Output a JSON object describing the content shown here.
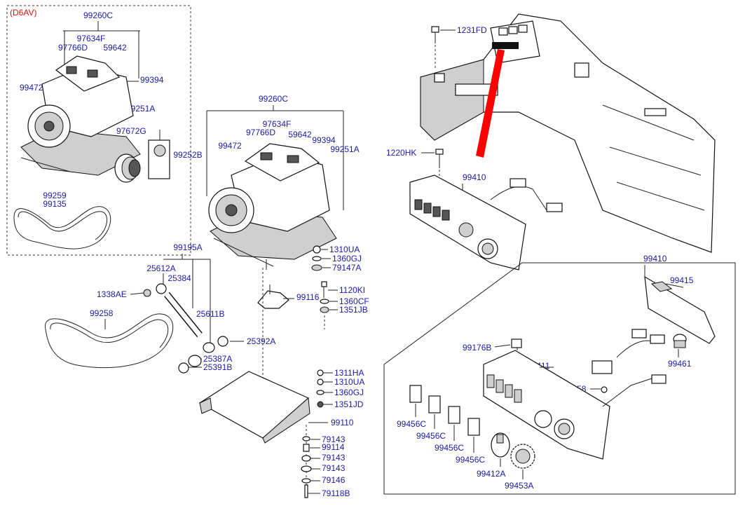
{
  "colors": {
    "label": "#1a1aaa",
    "variant_label": "#e01010",
    "pointer": "#ff0000"
  },
  "variant_box": {
    "variant": "(D6AV)",
    "labels": {
      "assy": "99260C",
      "a": "97634F",
      "b": "97766D",
      "c": "59642",
      "d": "99394",
      "e": "99472",
      "f": "99251A",
      "g": "97672G",
      "belt1": "99259",
      "belt2": "99135"
    }
  },
  "main_compressor": {
    "labels": {
      "assy": "99260C",
      "a": "97634F",
      "b": "97766D",
      "c": "59642",
      "d": "99394",
      "e": "99472",
      "f": "99251A",
      "g": "99252B"
    }
  },
  "hose_group": {
    "labels": {
      "hose_assy": "99195A",
      "h1": "25612A",
      "h2": "25384",
      "h3": "1338AE",
      "h4": "25611B",
      "belt": "99258",
      "h5": "25392A",
      "h6": "25387A",
      "h7": "25391B"
    }
  },
  "mount_group": {
    "labels": {
      "m1": "1310UA",
      "m2": "1360GJ",
      "m3": "79147A",
      "m4": "1120KI",
      "m5": "99116",
      "m6": "1360CF",
      "m7": "1351JB"
    }
  },
  "bracket_group": {
    "labels": {
      "b1": "1311HA",
      "b2": "1310UA",
      "b3": "1360GJ",
      "b4": "1351JD",
      "b5": "99110",
      "b6": "79143",
      "b7": "99114",
      "b8": "79143",
      "b9": "79143",
      "b10": "79146",
      "b11": "79118B"
    }
  },
  "dashboard": {
    "labels": {
      "screw1": "1231FD",
      "screw2": "1220HK",
      "panel": "99410"
    }
  },
  "control_detail": {
    "labels": {
      "assy": "99410",
      "pcb": "99415",
      "lamp": "99461",
      "clip": "99176B",
      "panel": "99411",
      "bulb": "99458",
      "sw1": "99456C",
      "sw2": "99456C",
      "sw3": "99456C",
      "sw4": "99456C",
      "knob": "99412A",
      "dial": "99453A"
    }
  }
}
